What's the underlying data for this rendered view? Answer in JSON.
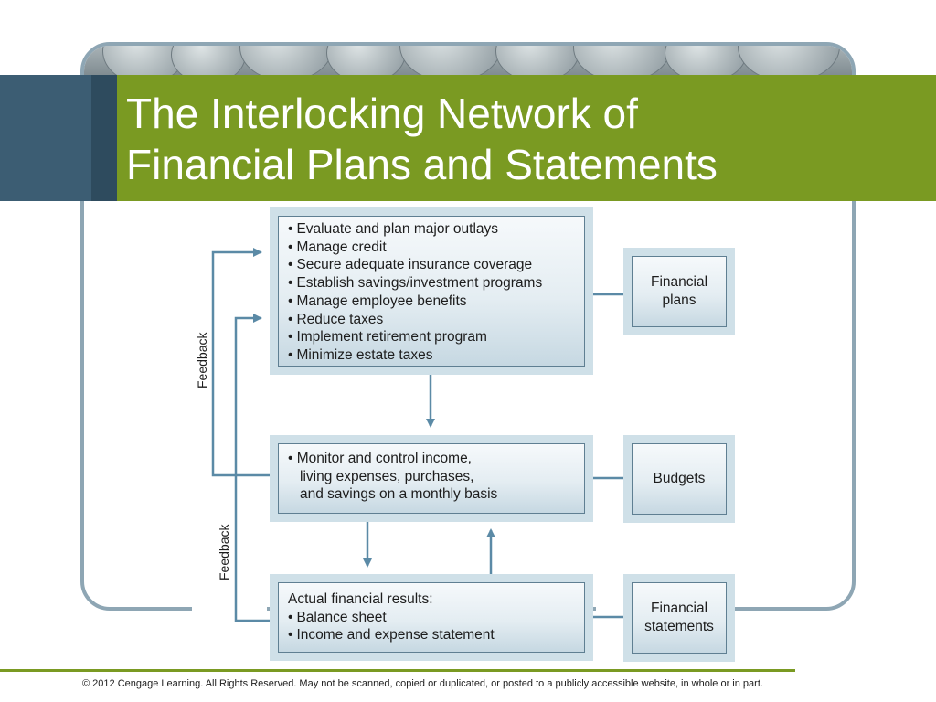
{
  "slide": {
    "title_lines": [
      "The Interlocking Network of",
      "Financial Plans and Statements"
    ],
    "copyright": "© 2012 Cengage Learning. All Rights Reserved. May not be scanned, copied or duplicated, or posted to a publicly accessible website, in whole or in part."
  },
  "diagram": {
    "plans_box": {
      "items": [
        "Evaluate and plan major outlays",
        "Manage credit",
        "Secure adequate insurance coverage",
        "Establish savings/investment programs",
        "Manage employee benefits",
        "Reduce taxes",
        "Implement retirement program",
        "Minimize estate taxes"
      ]
    },
    "budget_box": {
      "lines": [
        "• Monitor and control income,",
        "living expenses, purchases,",
        "and savings on a monthly basis"
      ]
    },
    "results_box": {
      "heading": "Actual financial results:",
      "items": [
        "Balance sheet",
        "Income and expense statement"
      ]
    },
    "labels": {
      "financial_plans": [
        "Financial",
        "plans"
      ],
      "budgets": [
        "Budgets"
      ],
      "financial_statements": [
        "Financial",
        "statements"
      ]
    },
    "feedback_labels": [
      "Feedback",
      "Feedback"
    ],
    "bullet_glyph": "•"
  },
  "colors": {
    "title_green": "#7a9a22",
    "title_dark_blue": "#3c5d73",
    "frame_blue_gray": "#8ea6b4",
    "connector_blue": "#5b8aa6",
    "box_fill": "#cfe0e8"
  }
}
